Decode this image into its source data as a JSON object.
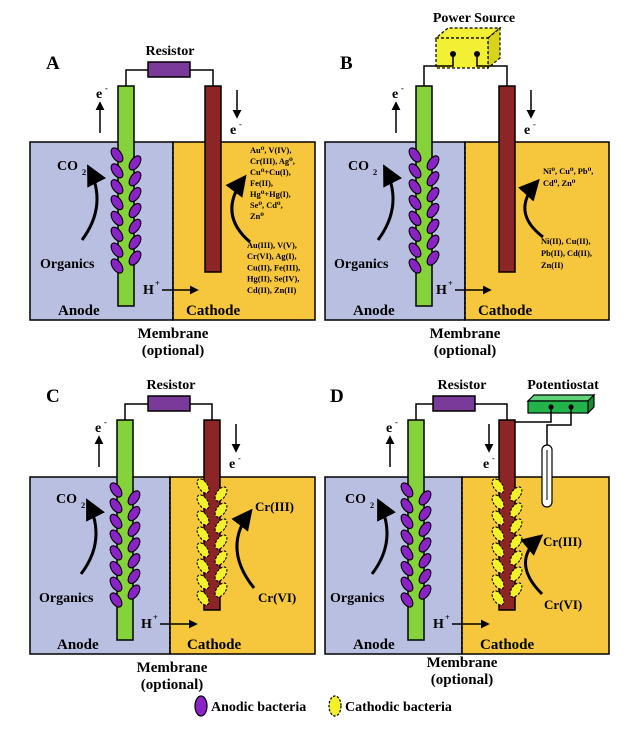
{
  "panels": {
    "A": {
      "letter": "A",
      "resistor": "Resistor",
      "anode": "Anode",
      "cathode": "Cathode",
      "co2": "CO",
      "co2_sub": "2",
      "organics": "Organics",
      "proton": "H",
      "proton_sup": "+",
      "electron_left": "e",
      "electron_right": "e",
      "electron_sup": "-",
      "membrane": "Membrane",
      "membrane_optional": "(optional)",
      "cathode_products": [
        "Au⁰, V(IV),",
        "Cr(III), Ag⁰,",
        "Cu⁰+Cu(I),",
        "Fe(II),",
        "Hg⁰+Hg(I),",
        "Se⁰, Cd⁰,",
        "Zn⁰"
      ],
      "cathode_reactants": [
        "Au(III), V(V),",
        "Cr(VI), Ag(I),",
        "Cu(II), Fe(III),",
        "Hg(II), Se(IV),",
        "Cd(II), Zn(II)"
      ]
    },
    "B": {
      "letter": "B",
      "power_source": "Power Source",
      "anode": "Anode",
      "cathode": "Cathode",
      "co2": "CO",
      "co2_sub": "2",
      "organics": "Organics",
      "proton": "H",
      "proton_sup": "+",
      "electron_left": "e",
      "electron_right": "e",
      "electron_sup": "-",
      "membrane": "Membrane",
      "membrane_optional": "(optional)",
      "cathode_products": [
        "Ni⁰, Cu⁰, Pb⁰,",
        "Cd⁰, Zn⁰"
      ],
      "cathode_reactants": [
        "Ni(II), Cu(II),",
        "Pb(II), Cd(II),",
        "Zn(II)"
      ]
    },
    "C": {
      "letter": "C",
      "resistor": "Resistor",
      "anode": "Anode",
      "cathode": "Cathode",
      "co2": "CO",
      "co2_sub": "2",
      "organics": "Organics",
      "proton": "H",
      "proton_sup": "+",
      "electron_left": "e",
      "electron_right": "e",
      "electron_sup": "-",
      "membrane": "Membrane",
      "membrane_optional": "(optional)",
      "cr_product": "Cr(III)",
      "cr_reactant": "Cr(VI)"
    },
    "D": {
      "letter": "D",
      "resistor": "Resistor",
      "potentiostat": "Potentiostat",
      "anode": "Anode",
      "cathode": "Cathode",
      "co2": "CO",
      "co2_sub": "2",
      "organics": "Organics",
      "proton": "H",
      "proton_sup": "+",
      "electron_left": "e",
      "electron_right": "e",
      "electron_sup": "-",
      "membrane": "Membrane",
      "membrane_optional": "(optional)",
      "cr_product": "Cr(III)",
      "cr_reactant": "Cr(VI)"
    }
  },
  "legend": {
    "anodic": "Anodic bacteria",
    "cathodic": "Cathodic bacteria"
  },
  "colors": {
    "anode_chamber": "#b8bfe0",
    "cathode_chamber": "#f6c73c",
    "anode_electrode": "#86d23a",
    "cathode_electrode": "#8c2525",
    "anodic_bacteria": "#8a22c6",
    "cathodic_bacteria": "#f4f02a",
    "resistor": "#7a3a9a",
    "power_source": "#f2ef34",
    "potentiostat": "#22b34b"
  }
}
